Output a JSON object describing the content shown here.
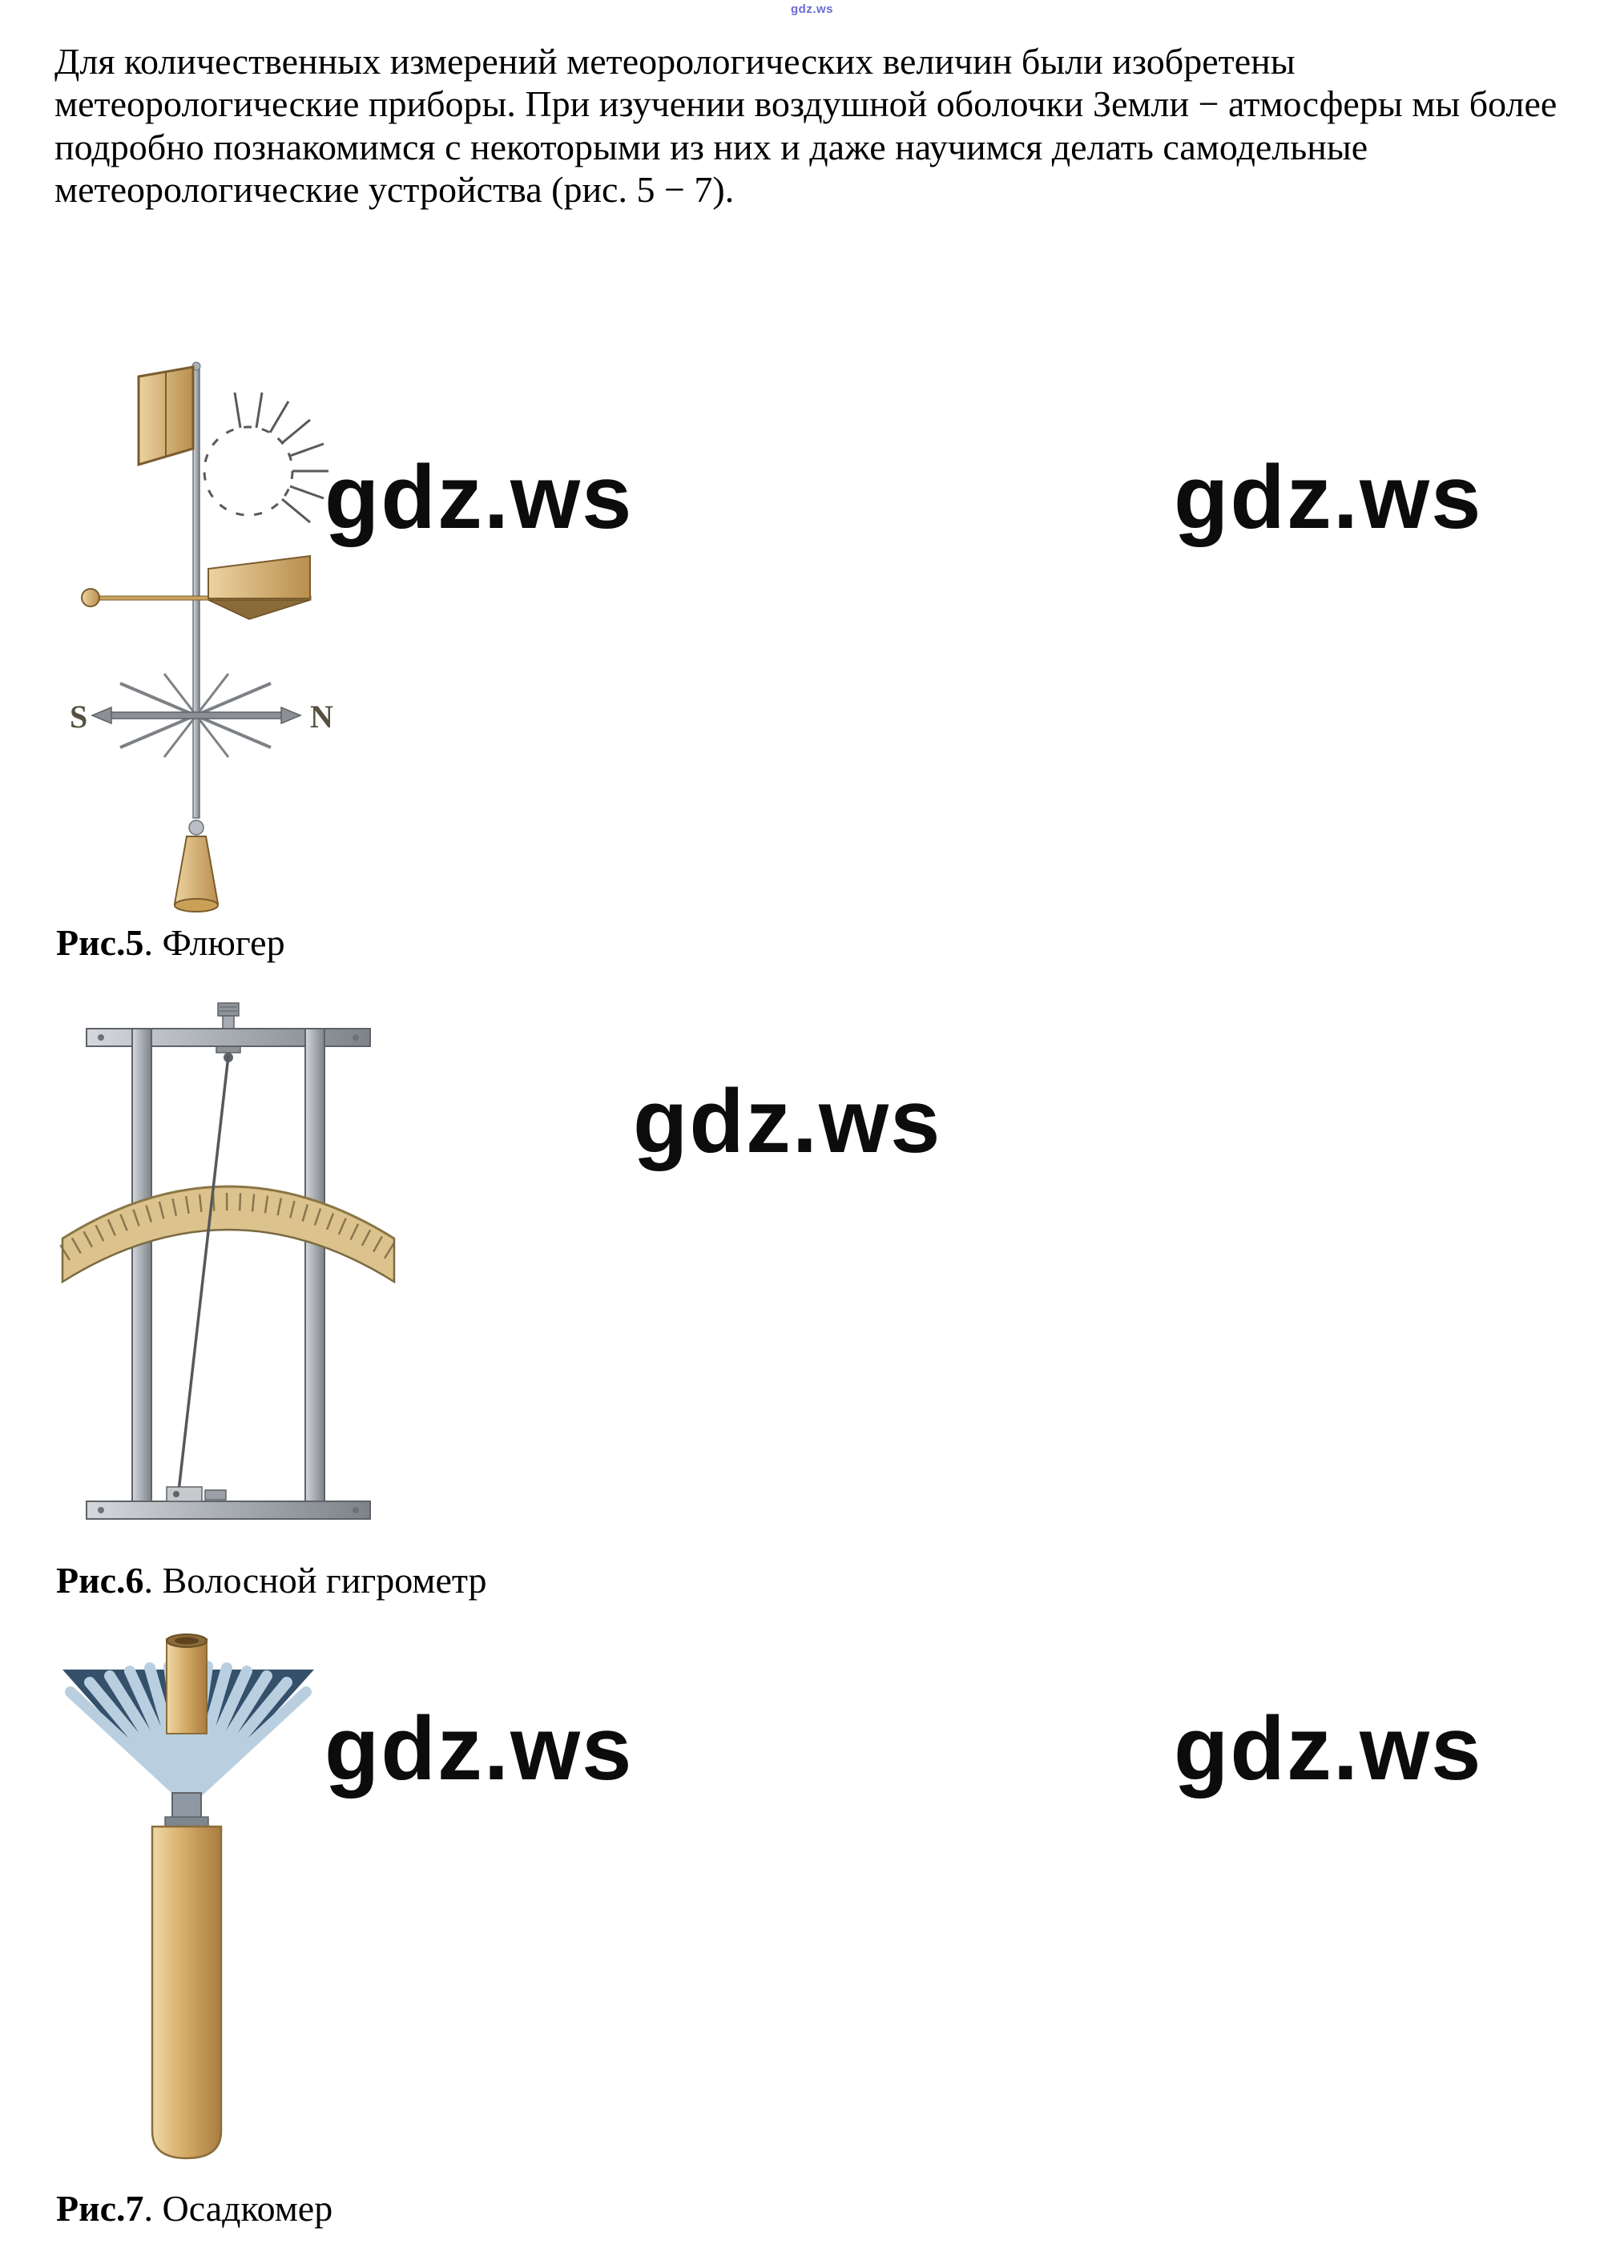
{
  "page": {
    "top_watermark": "gdz.ws",
    "watermark": "gdz.ws",
    "paragraph": "Для количественных измерений метеорологических величин были изобретены метеорологические приборы. При изучении воздушной оболочки Земли − атмосферы мы более подробно познакомимся с некоторыми из них и даже научимся делать самодельные метеорологические устройства (рис. 5 − 7).",
    "figure5": {
      "label": "Рис.5",
      "caption": ". Флюгер",
      "compass_left": "S",
      "compass_right": "N"
    },
    "figure6": {
      "label": "Рис.6",
      "caption": ". Волосной гигрометр"
    },
    "figure7": {
      "label": "Рис.7",
      "caption": ". Осадкомер"
    }
  }
}
